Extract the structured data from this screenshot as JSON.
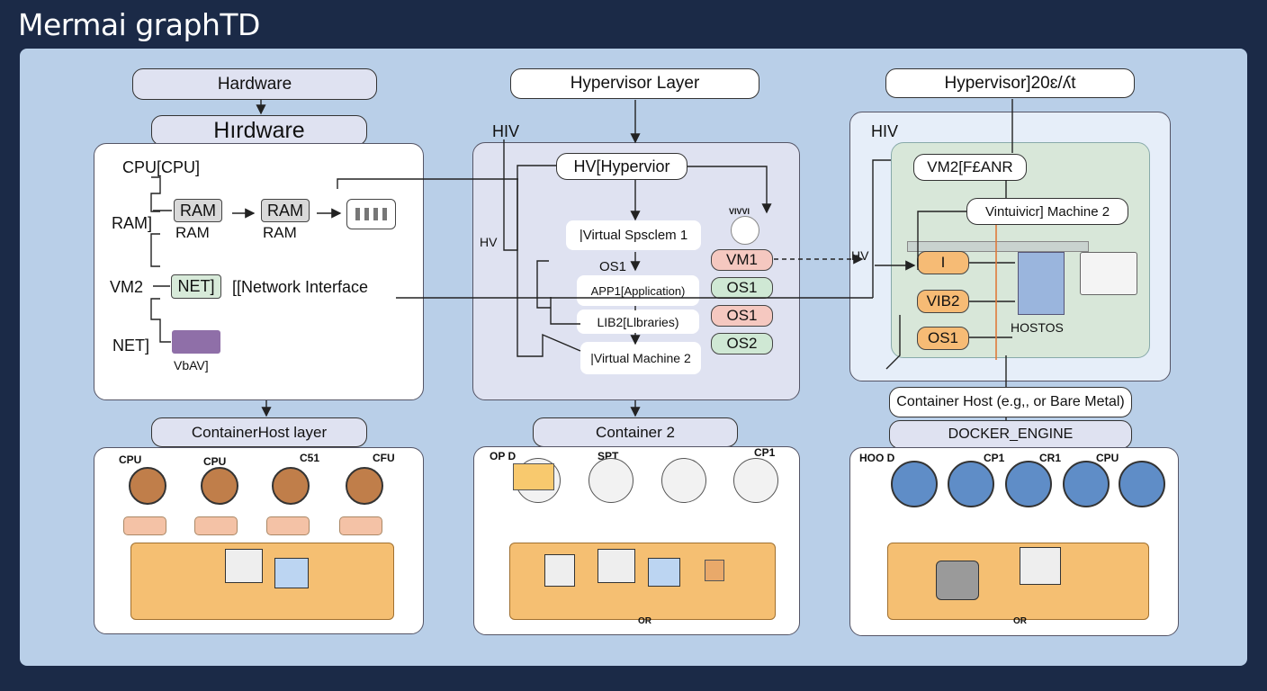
{
  "title": "Mermai graphTD",
  "hardware": {
    "top_label": "Hardware",
    "tab_label": "Hırdware",
    "labels": [
      "CPU[CPU]",
      "RAM]",
      "VM2",
      "NET]"
    ],
    "ram_nodes": [
      "RAM",
      "RAM"
    ],
    "ram_captions": [
      "RAM",
      "RAM"
    ],
    "net_node": "NET]",
    "network_interface": "[[Network Interface",
    "vbav": "VbAV]"
  },
  "hypervisor": {
    "top_label": "Hypervisor Layer",
    "hv_labels": [
      "HIV",
      "HV"
    ],
    "hv_node": "HV[Hypervior",
    "stack": [
      "|Virtual Spsclem 1",
      "OS1",
      "APP1[Application)",
      "LIB2[Llbraries)",
      "|Virtual Machine 2"
    ],
    "vm_nodes": [
      "VM1",
      "OS1",
      "OS1",
      "OS2"
    ],
    "vm_colors": [
      "#f5c8c0",
      "#cfe8d4",
      "#f5c8c0",
      "#cfe8d4"
    ],
    "icon_text": "VIVVI"
  },
  "right_hypervisor": {
    "top_label": "Hypervisor]20ɛ/ʎt",
    "hiv_label": "HIV",
    "hv_side_label": "HV",
    "vm2_node": "VM2[F£ANR",
    "machine_node": "Vintuivicr] Machine 2",
    "play_node": "I",
    "vib2_node": "VIB2",
    "os1_node": "OS1",
    "hostos_label": "HOSTOS"
  },
  "bottom": {
    "container_host_left": "ContainerHost layer",
    "container_2": "Container 2",
    "container_host_right": "Container Host (e.g,, or Bare Metal)",
    "docker_engine": "DOCKER_ENGINE",
    "left_labels": [
      "CPU",
      "CPU",
      "C51",
      "CFU"
    ],
    "middle_labels": [
      "OP D",
      "SPT",
      "CP1"
    ],
    "middle_footer": "OR",
    "right_labels": [
      "HOO D",
      "CP1",
      "CR1",
      "CPU"
    ],
    "right_footer": "OR"
  },
  "colors": {
    "background": "#1b2a47",
    "panel": "#b9cfe8",
    "orange": "#f6bb75",
    "green_node": "#d7ead9",
    "lavender": "#dfe2f1"
  }
}
